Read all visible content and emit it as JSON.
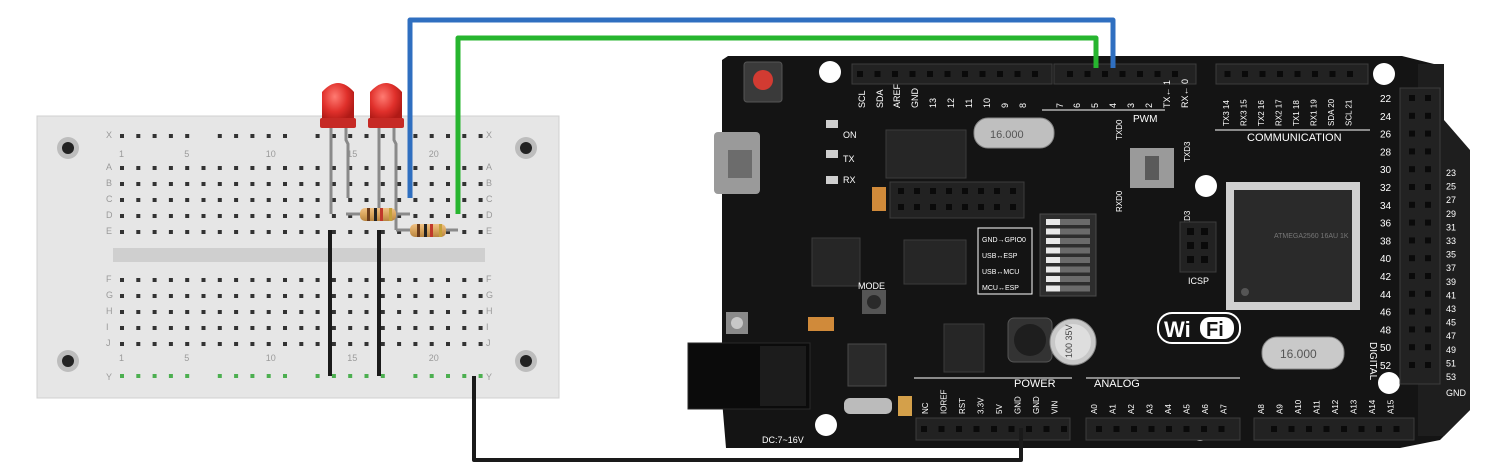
{
  "breadboard": {
    "row_letters_top": [
      "X",
      "A",
      "B",
      "C",
      "D",
      "E"
    ],
    "row_letters_bottom": [
      "F",
      "G",
      "H",
      "I",
      "J",
      "Y"
    ],
    "column_numbers": [
      "1",
      "5",
      "10",
      "15",
      "20"
    ]
  },
  "board": {
    "header_top_labels": [
      "SCL",
      "SDA",
      "AREF",
      "GND",
      "13",
      "12",
      "11",
      "10",
      "9",
      "8",
      "7",
      "6",
      "5",
      "4",
      "3",
      "2",
      "TX← 1",
      "RX← 0"
    ],
    "comm_labels": [
      "TX3 14",
      "RX3 15",
      "TX2 16",
      "RX2 17",
      "TX1 18",
      "RX1 19",
      "SDA 20",
      "SCL 21"
    ],
    "pwm_label": "PWM",
    "communication_label": "COMMUNICATION",
    "right_col_inner": [
      "22",
      "24",
      "26",
      "28",
      "30",
      "32",
      "34",
      "36",
      "38",
      "40",
      "42",
      "44",
      "46",
      "48",
      "50",
      "52"
    ],
    "right_col_outer": [
      "23",
      "25",
      "27",
      "29",
      "31",
      "33",
      "35",
      "37",
      "39",
      "41",
      "43",
      "45",
      "47",
      "49",
      "51",
      "53"
    ],
    "gnd_label": "GND",
    "digital_label": "DIGITAL",
    "power_label": "POWER",
    "analog_label": "ANALOG",
    "power_pins": [
      "NC",
      "IOREF",
      "RST",
      "3.3V",
      "5V",
      "GND",
      "GND",
      "VIN"
    ],
    "analog_pins": [
      "A0",
      "A1",
      "A2",
      "A3",
      "A4",
      "A5",
      "A6",
      "A7",
      "A8",
      "A9",
      "A10",
      "A11",
      "A12",
      "A13",
      "A14",
      "A15"
    ],
    "side_labels": [
      "ON",
      "TX",
      "RX"
    ],
    "dc_label": "DC:7~16V",
    "mode_label": "MODE",
    "icsp_label": "ICSP",
    "txd0": "TXD0",
    "rxd0": "RXD0",
    "txd3": "TXD3",
    "rxd3": "RXD3",
    "switch_labels": [
      "GND→GPIO0",
      "USB↔ESP",
      "USB↔MCU",
      "MCU↔ESP"
    ],
    "wifi_text": "Wi",
    "wifi_text2": "Fi",
    "crystal_1": "16.000",
    "crystal_2": "16.000",
    "cap_text": "100 35V",
    "chip_text": "ATMEGA2560 16AU 1K"
  },
  "colors": {
    "wire_blue": "#2f6fc0",
    "wire_green": "#27b52f",
    "wire_black": "#1a1a1a",
    "led_red": "#e0302b",
    "board": "#141414",
    "breadboard": "#e8e8e8"
  }
}
